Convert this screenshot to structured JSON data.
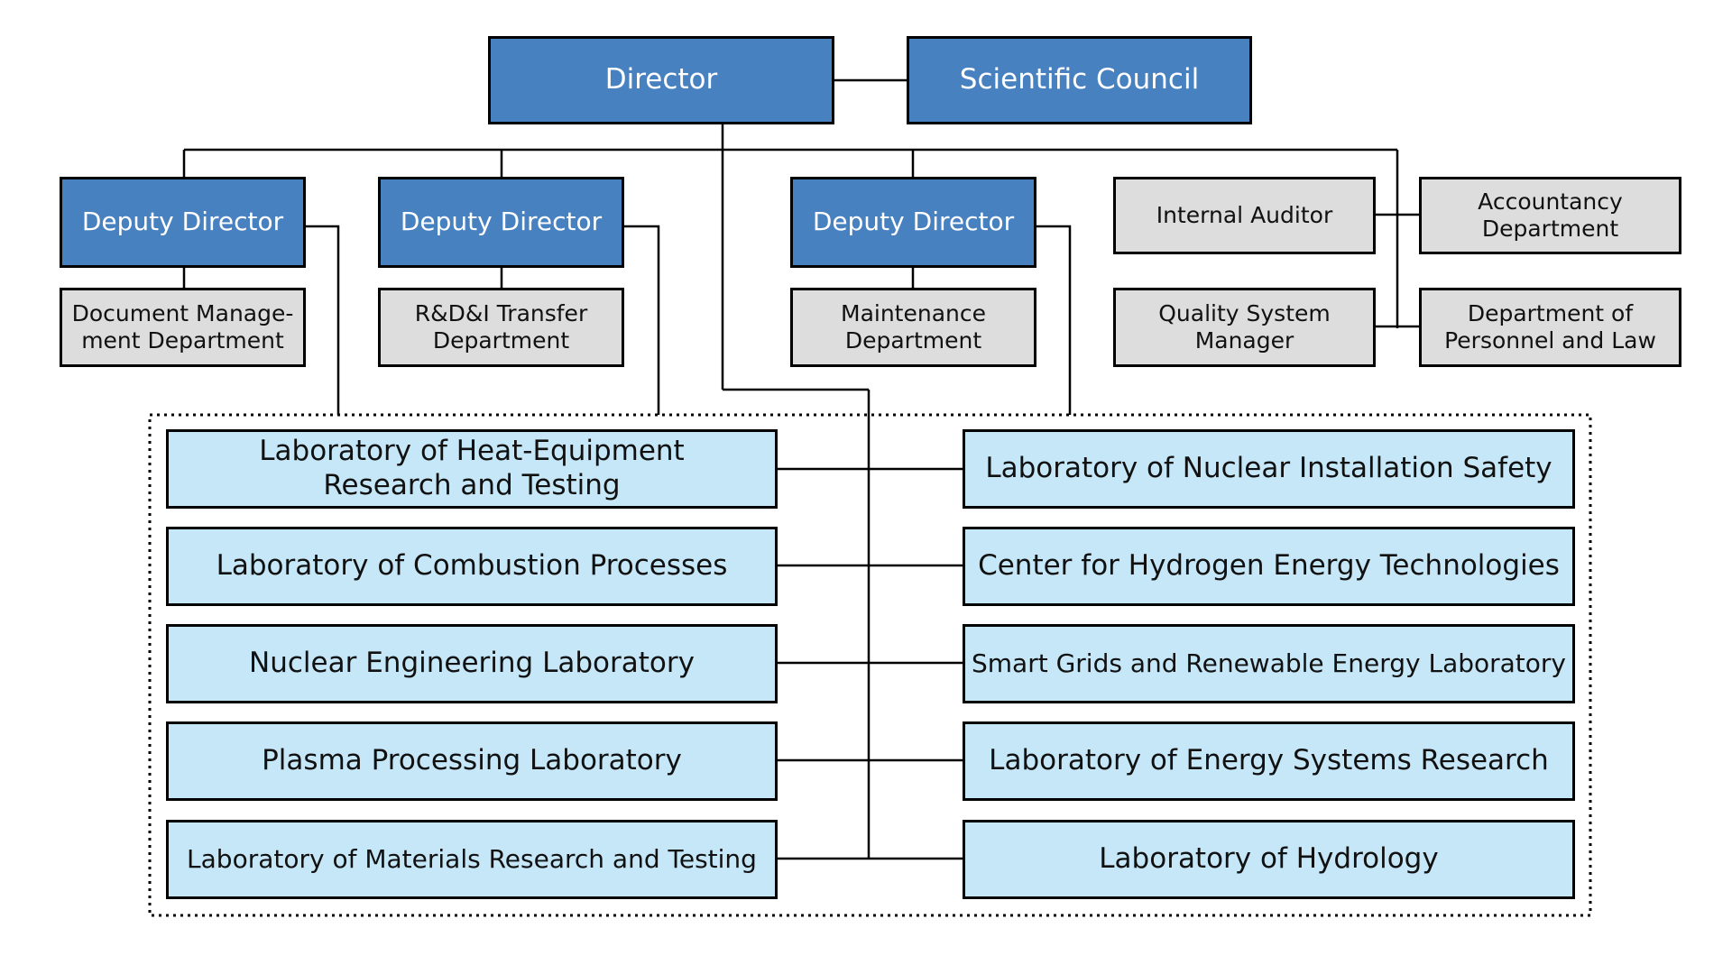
{
  "diagram": {
    "director": "Director",
    "scientific_council": "Scientific Council",
    "deputy_1": "Deputy Director",
    "deputy_2": "Deputy Director",
    "deputy_3": "Deputy Director",
    "doc_mgmt_line1": "Document Manage-",
    "doc_mgmt_line2": "ment Department",
    "rdi_line1": "R&D&I Transfer",
    "rdi_line2": "Department",
    "maintenance_line1": "Maintenance",
    "maintenance_line2": "Department",
    "internal_auditor": "Internal Auditor",
    "accountancy_line1": "Accountancy",
    "accountancy_line2": "Department",
    "quality_line1": "Quality System",
    "quality_line2": "Manager",
    "personnel_line1": "Department of",
    "personnel_line2": "Personnel and Law",
    "lab_heat_line1": "Laboratory of Heat-Equipment",
    "lab_heat_line2": "Research and Testing",
    "lab_combustion": "Laboratory of Combustion Processes",
    "lab_nuclear_eng": "Nuclear Engineering Laboratory",
    "lab_plasma": "Plasma Processing Laboratory",
    "lab_materials": "Laboratory of Materials Research and Testing",
    "lab_nuclear_safety": "Laboratory of Nuclear Installation Safety",
    "center_hydrogen": "Center for Hydrogen Energy Technologies",
    "lab_smart_grids": "Smart Grids and Renewable Energy Laboratory",
    "lab_energy_systems": "Laboratory of Energy Systems Research",
    "lab_hydrology": "Laboratory of Hydrology"
  },
  "colors": {
    "top_box": "#4781c0",
    "support_box": "#dddddd",
    "lab_box": "#c5e7f8",
    "border": "#000000"
  }
}
